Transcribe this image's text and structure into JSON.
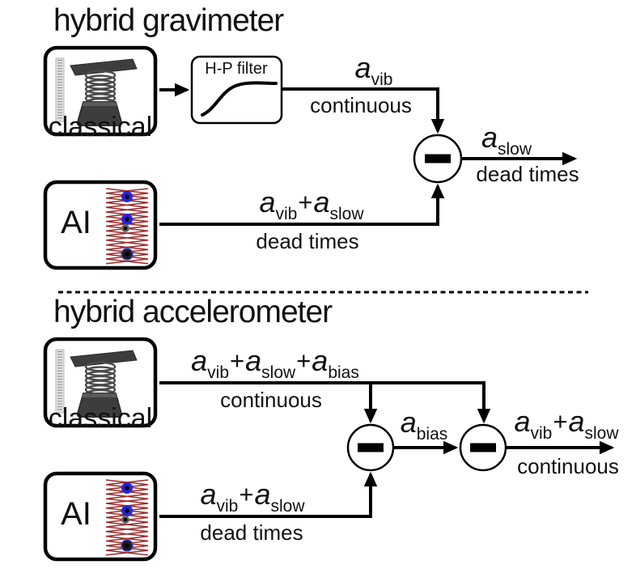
{
  "gravimeter": {
    "title": "hybrid gravimeter",
    "classical_box": {
      "label": "classical"
    },
    "ai_box": {
      "label": "AI"
    },
    "hp_filter": {
      "label": "H-P filter"
    },
    "classical_signal": {
      "formula": [
        "a",
        "vib"
      ],
      "mode": "continuous"
    },
    "ai_signal": {
      "formula": [
        "a",
        "vib",
        "+",
        "a",
        "slow"
      ],
      "mode": "dead times"
    },
    "output_signal": {
      "formula": [
        "a",
        "slow"
      ],
      "mode": "dead times"
    }
  },
  "accelerometer": {
    "title": "hybrid accelerometer",
    "classical_box": {
      "label": "classical"
    },
    "ai_box": {
      "label": "AI"
    },
    "classical_signal": {
      "formula": [
        "a",
        "vib",
        "+",
        "a",
        "slow",
        "+",
        "a",
        "bias"
      ],
      "mode": "continuous"
    },
    "ai_signal": {
      "formula": [
        "a",
        "vib",
        "+",
        "a",
        "slow"
      ],
      "mode": "dead times"
    },
    "bias_signal": {
      "formula": [
        "a",
        "bias"
      ]
    },
    "output_signal": {
      "formula": [
        "a",
        "vib",
        "+",
        "a",
        "slow"
      ],
      "mode": "continuous"
    }
  },
  "colors": {
    "line": "#000000",
    "wave_red": "#9b2c2c",
    "atom_blue": "#2525dd",
    "atom_dark": "#1b1b1b",
    "mass_gray": "#3d3d3d",
    "ruler_gray": "#e2e2e2"
  }
}
